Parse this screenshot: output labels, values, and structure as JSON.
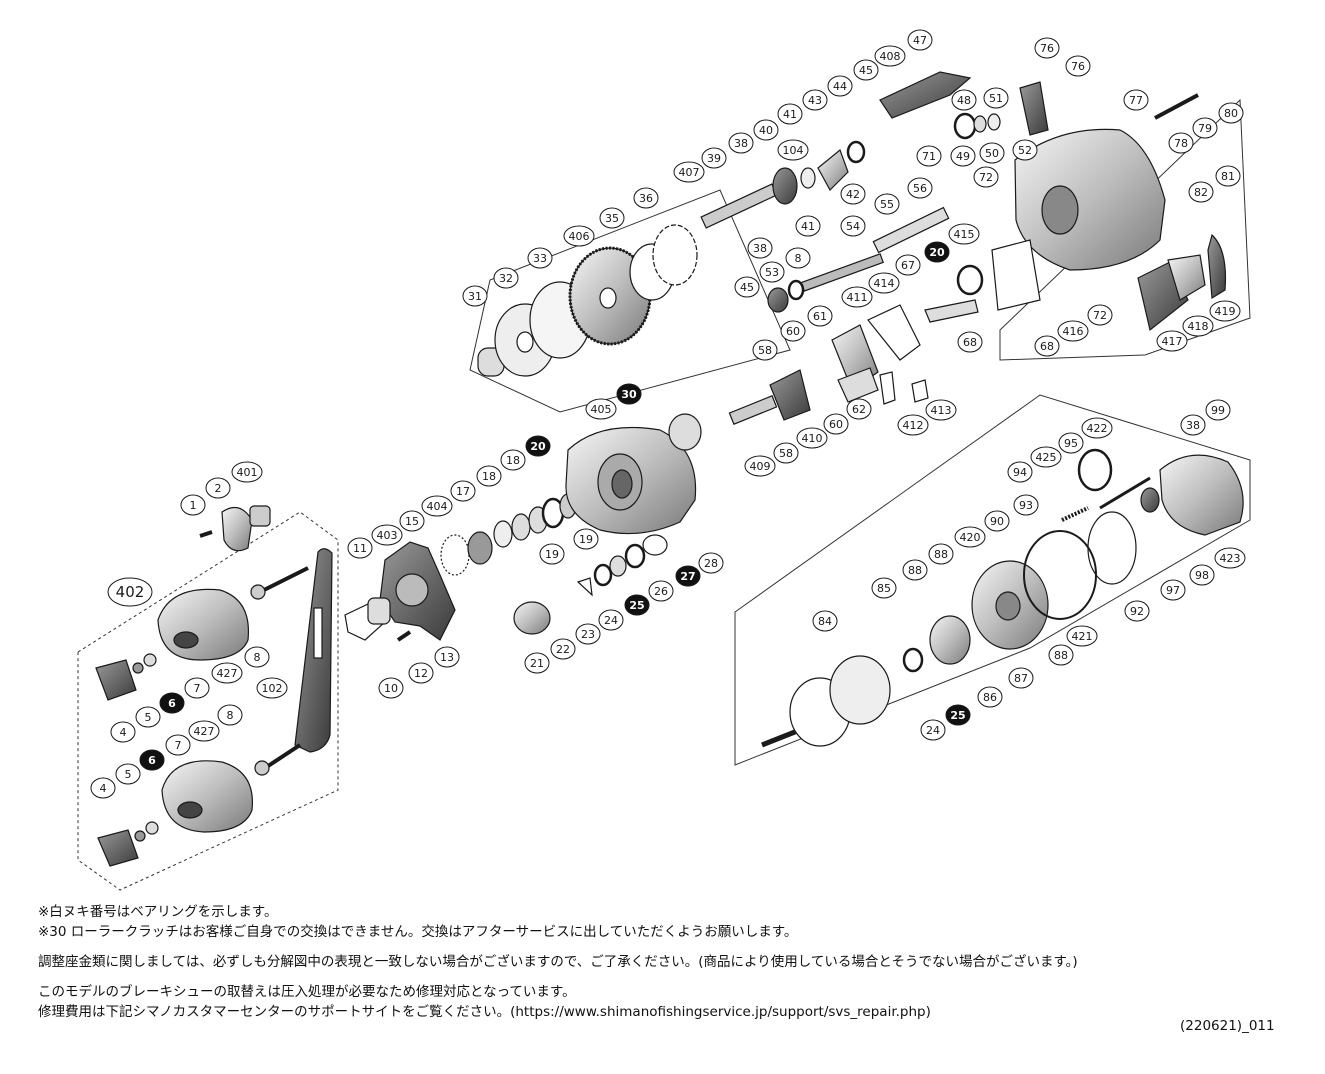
{
  "colors": {
    "ink": "#1a1a1a",
    "metal": "#d9d9d9",
    "dark_metal": "#6f6f6f",
    "bearing_fill": "#111111",
    "paper": "#ffffff"
  },
  "callouts": [
    {
      "id": "c1",
      "label": "47"
    },
    {
      "id": "c2",
      "label": "408"
    },
    {
      "id": "c3",
      "label": "45"
    },
    {
      "id": "c4",
      "label": "44"
    },
    {
      "id": "c5",
      "label": "43"
    },
    {
      "id": "c6",
      "label": "41"
    },
    {
      "id": "c7",
      "label": "40"
    },
    {
      "id": "c8",
      "label": "104"
    },
    {
      "id": "c9",
      "label": "38"
    },
    {
      "id": "c10",
      "label": "39"
    },
    {
      "id": "c11",
      "label": "407"
    },
    {
      "id": "c12",
      "label": "42"
    },
    {
      "id": "c13",
      "label": "41"
    },
    {
      "id": "c14",
      "label": "38"
    },
    {
      "id": "c15",
      "label": "36"
    },
    {
      "id": "c16",
      "label": "35"
    },
    {
      "id": "c17",
      "label": "406"
    },
    {
      "id": "c18",
      "label": "33"
    },
    {
      "id": "c19",
      "label": "32"
    },
    {
      "id": "c20",
      "label": "31"
    },
    {
      "id": "c21",
      "label": "76"
    },
    {
      "id": "c22",
      "label": "76"
    },
    {
      "id": "c23",
      "label": "48"
    },
    {
      "id": "c24",
      "label": "51"
    },
    {
      "id": "c25",
      "label": "49"
    },
    {
      "id": "c26",
      "label": "50"
    },
    {
      "id": "c27",
      "label": "52"
    },
    {
      "id": "c28",
      "label": "71"
    },
    {
      "id": "c29",
      "label": "72"
    },
    {
      "id": "c30",
      "label": "77"
    },
    {
      "id": "c31",
      "label": "80"
    },
    {
      "id": "c32",
      "label": "78"
    },
    {
      "id": "c33",
      "label": "79"
    },
    {
      "id": "c34",
      "label": "81"
    },
    {
      "id": "c35",
      "label": "82"
    },
    {
      "id": "c36",
      "label": "56"
    },
    {
      "id": "c37",
      "label": "55"
    },
    {
      "id": "c38",
      "label": "54"
    },
    {
      "id": "c39",
      "label": "8"
    },
    {
      "id": "c40",
      "label": "53"
    },
    {
      "id": "c41",
      "label": "45"
    },
    {
      "id": "c42",
      "label": "20",
      "bearing": true
    },
    {
      "id": "c43",
      "label": "415"
    },
    {
      "id": "c44",
      "label": "67"
    },
    {
      "id": "c45",
      "label": "414"
    },
    {
      "id": "c46",
      "label": "411"
    },
    {
      "id": "c47",
      "label": "61"
    },
    {
      "id": "c48",
      "label": "60"
    },
    {
      "id": "c49",
      "label": "58"
    },
    {
      "id": "c50",
      "label": "68"
    },
    {
      "id": "c51",
      "label": "68"
    },
    {
      "id": "c52",
      "label": "416"
    },
    {
      "id": "c53",
      "label": "72"
    },
    {
      "id": "c54",
      "label": "418"
    },
    {
      "id": "c55",
      "label": "419"
    },
    {
      "id": "c56",
      "label": "417"
    },
    {
      "id": "c57",
      "label": "30",
      "bearing": true
    },
    {
      "id": "c58",
      "label": "405"
    },
    {
      "id": "c59",
      "label": "62"
    },
    {
      "id": "c60",
      "label": "413"
    },
    {
      "id": "c61",
      "label": "412"
    },
    {
      "id": "c62",
      "label": "60"
    },
    {
      "id": "c63",
      "label": "410"
    },
    {
      "id": "c64",
      "label": "58"
    },
    {
      "id": "c65",
      "label": "409"
    },
    {
      "id": "c66",
      "label": "20",
      "bearing": true
    },
    {
      "id": "c67",
      "label": "18"
    },
    {
      "id": "c68",
      "label": "18"
    },
    {
      "id": "c69",
      "label": "17"
    },
    {
      "id": "c70",
      "label": "404"
    },
    {
      "id": "c71",
      "label": "15"
    },
    {
      "id": "c72",
      "label": "403"
    },
    {
      "id": "c73",
      "label": "11"
    },
    {
      "id": "c74",
      "label": "19"
    },
    {
      "id": "c75",
      "label": "19"
    },
    {
      "id": "c76",
      "label": "28"
    },
    {
      "id": "c77",
      "label": "27",
      "bearing": true
    },
    {
      "id": "c78",
      "label": "26"
    },
    {
      "id": "c79",
      "label": "25",
      "bearing": true
    },
    {
      "id": "c80",
      "label": "24"
    },
    {
      "id": "c81",
      "label": "23"
    },
    {
      "id": "c82",
      "label": "22"
    },
    {
      "id": "c83",
      "label": "21"
    },
    {
      "id": "c84",
      "label": "13"
    },
    {
      "id": "c85",
      "label": "12"
    },
    {
      "id": "c86",
      "label": "10"
    },
    {
      "id": "c87",
      "label": "401"
    },
    {
      "id": "c88",
      "label": "2"
    },
    {
      "id": "c89",
      "label": "1"
    },
    {
      "id": "c90",
      "label": "402",
      "large": true
    },
    {
      "id": "c91",
      "label": "427"
    },
    {
      "id": "c92",
      "label": "8"
    },
    {
      "id": "c93",
      "label": "7"
    },
    {
      "id": "c94",
      "label": "6",
      "bearing": true
    },
    {
      "id": "c95",
      "label": "5"
    },
    {
      "id": "c96",
      "label": "4"
    },
    {
      "id": "c97",
      "label": "102"
    },
    {
      "id": "c98",
      "label": "427"
    },
    {
      "id": "c99",
      "label": "8"
    },
    {
      "id": "c100",
      "label": "7"
    },
    {
      "id": "c101",
      "label": "6",
      "bearing": true
    },
    {
      "id": "c102",
      "label": "5"
    },
    {
      "id": "c103",
      "label": "4"
    },
    {
      "id": "c104",
      "label": "99"
    },
    {
      "id": "c105",
      "label": "38"
    },
    {
      "id": "c106",
      "label": "422"
    },
    {
      "id": "c107",
      "label": "95"
    },
    {
      "id": "c108",
      "label": "425"
    },
    {
      "id": "c109",
      "label": "94"
    },
    {
      "id": "c110",
      "label": "93"
    },
    {
      "id": "c111",
      "label": "90"
    },
    {
      "id": "c112",
      "label": "420"
    },
    {
      "id": "c113",
      "label": "88"
    },
    {
      "id": "c114",
      "label": "88"
    },
    {
      "id": "c115",
      "label": "85"
    },
    {
      "id": "c116",
      "label": "84"
    },
    {
      "id": "c117",
      "label": "92"
    },
    {
      "id": "c118",
      "label": "97"
    },
    {
      "id": "c119",
      "label": "98"
    },
    {
      "id": "c120",
      "label": "423"
    },
    {
      "id": "c121",
      "label": "421"
    },
    {
      "id": "c122",
      "label": "88"
    },
    {
      "id": "c123",
      "label": "87"
    },
    {
      "id": "c124",
      "label": "86"
    },
    {
      "id": "c125",
      "label": "25",
      "bearing": true
    },
    {
      "id": "c126",
      "label": "24"
    }
  ],
  "notes": {
    "line1": "※白ヌキ番号はベアリングを示します。",
    "line2": "※30 ローラークラッチはお客様ご自身での交換はできません。交換はアフターサービスに出していただくようお願いします。",
    "line3": "調整座金類に関しましては、必ずしも分解図中の表現と一致しない場合がございますので、ご了承ください。(商品により使用している場合とそうでない場合がございます。)",
    "line4": "このモデルのブレーキシューの取替えは圧入処理が必要なため修理対応となっています。",
    "line5": "修理費用は下記シマノカスタマーセンターのサポートサイトをご覧ください。(https://www.shimanofishingservice.jp/support/svs_repair.php)"
  },
  "part_code": "(220621)_011"
}
